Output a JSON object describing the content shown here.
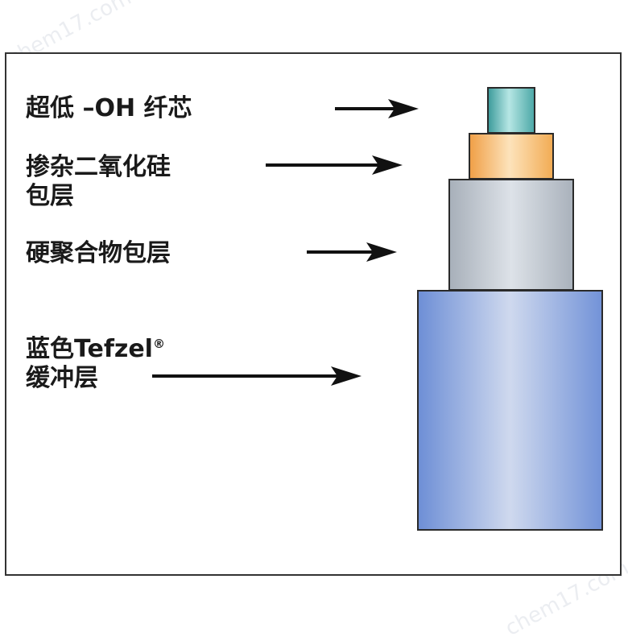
{
  "watermark": "chem17.com",
  "labels": {
    "core": {
      "line1": "超低 –OH 纤芯"
    },
    "cladding": {
      "line1": "掺杂二氧化硅",
      "line2": "包层"
    },
    "polymer": {
      "line1": "硬聚合物包层"
    },
    "buffer": {
      "line1": "蓝色Tefzel",
      "registered": "®",
      "line2": "缓冲层"
    }
  },
  "colors": {
    "core": "#6ac3c1",
    "cladding": "#f5b864",
    "polymer": "#c4cbd3",
    "buffer": "#8fa8de",
    "arrow": "#111111",
    "frame": "#333333"
  }
}
